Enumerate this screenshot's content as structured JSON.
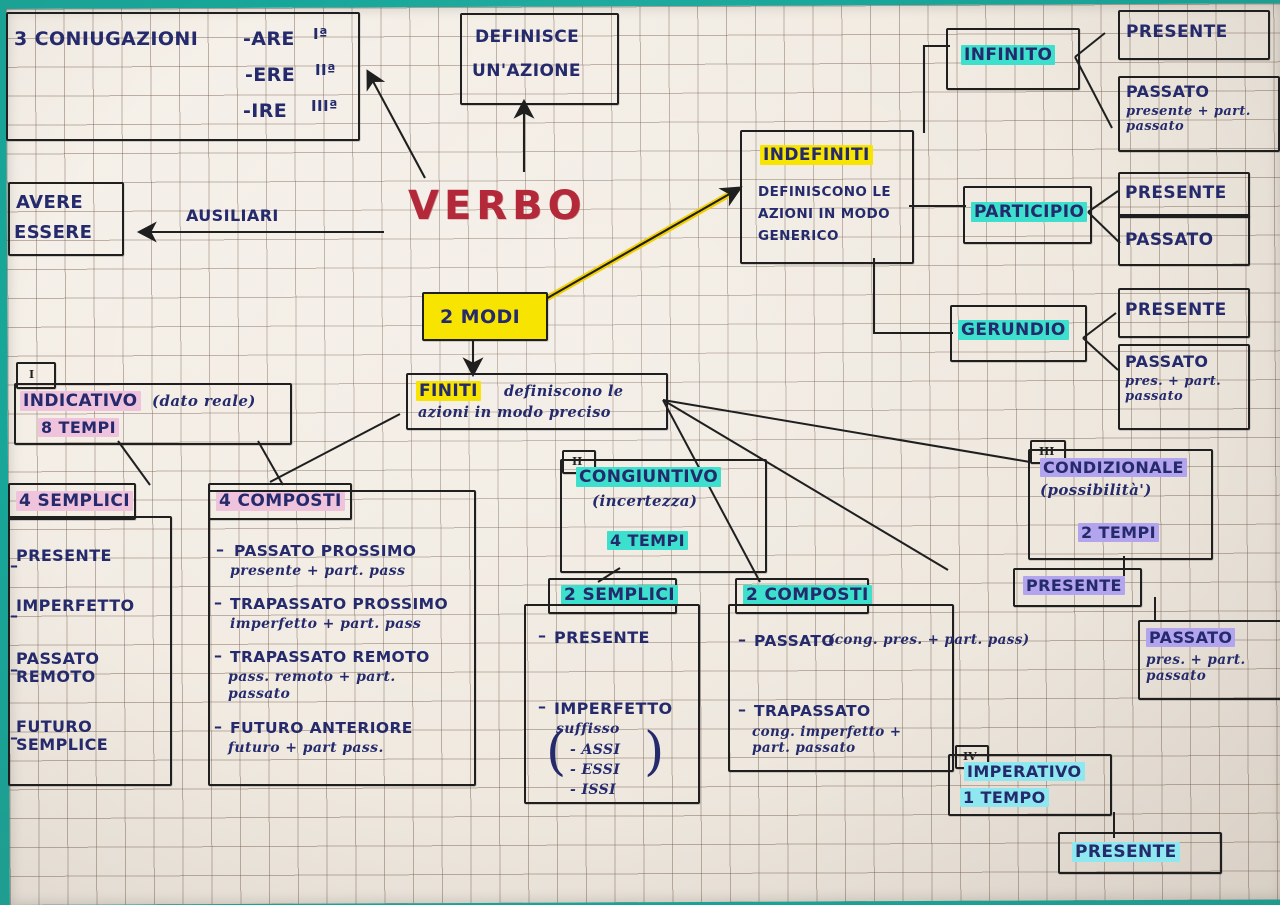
{
  "sheet": {
    "kind": "hand-drawn concept map on squared paper",
    "language": "Italian",
    "desk_color": "#17a79a",
    "paper_color": "#f3ede4",
    "ink_color": "#242a6b"
  },
  "center": {
    "title": "VERBO",
    "title_color": "#b3293a",
    "definition_box": {
      "line1": "DEFINISCE",
      "line2": "UN'AZIONE"
    }
  },
  "conjugations": {
    "title": "3 CONIUGAZIONI",
    "items": [
      {
        "ending": "-ARE",
        "ordinal": "Iª"
      },
      {
        "ending": "-ERE",
        "ordinal": "IIª"
      },
      {
        "ending": "-IRE",
        "ordinal": "IIIª"
      }
    ]
  },
  "auxiliaries": {
    "arrow_label": "AUSILIARI",
    "items": [
      "AVERE",
      "ESSERE"
    ]
  },
  "modi": {
    "label": "2 MODI",
    "highlight": "#f7e400"
  },
  "indefiniti": {
    "label": "INDEFINITI",
    "highlight": "#f7e400",
    "description": [
      "DEFINISCONO LE",
      "AZIONI IN MODO",
      "GENERICO"
    ],
    "branches": [
      {
        "name": "INFINITO",
        "highlight": "#3ce0cd",
        "tenses": [
          {
            "name": "PRESENTE",
            "formation": ""
          },
          {
            "name": "PASSATO",
            "formation": "presente + part. passato"
          }
        ]
      },
      {
        "name": "PARTICIPIO",
        "highlight": "#3ce0cd",
        "tenses": [
          {
            "name": "PRESENTE",
            "formation": ""
          },
          {
            "name": "PASSATO",
            "formation": ""
          }
        ]
      },
      {
        "name": "GERUNDIO",
        "highlight": "#3ce0cd",
        "tenses": [
          {
            "name": "PRESENTE",
            "formation": ""
          },
          {
            "name": "PASSATO",
            "formation": "pres. + part. passato"
          }
        ]
      }
    ]
  },
  "finiti": {
    "label": "FINITI",
    "highlight": "#f7e400",
    "description": [
      "definiscono le",
      "azioni in modo preciso"
    ],
    "modes": [
      {
        "roman": "I",
        "name": "INDICATIVO",
        "note": "(dato reale)",
        "count": "8 TEMPI",
        "highlight": "#f0c3dd",
        "groups": [
          {
            "title": "4 SEMPLICI",
            "tenses": [
              {
                "name": "PRESENTE",
                "formation": ""
              },
              {
                "name": "IMPERFETTO",
                "formation": ""
              },
              {
                "name": "PASSATO REMOTO",
                "formation": ""
              },
              {
                "name": "FUTURO SEMPLICE",
                "formation": ""
              }
            ]
          },
          {
            "title": "4 COMPOSTI",
            "tenses": [
              {
                "name": "PASSATO PROSSIMO",
                "formation": "presente + part. pass"
              },
              {
                "name": "TRAPASSATO PROSSIMO",
                "formation": "imperfetto + part. pass"
              },
              {
                "name": "TRAPASSATO REMOTO",
                "formation": "pass. remoto + part. passato"
              },
              {
                "name": "FUTURO ANTERIORE",
                "formation": "futuro + part pass."
              }
            ]
          }
        ]
      },
      {
        "roman": "II",
        "name": "CONGIUNTIVO",
        "note": "(incertezza)",
        "count": "4 TEMPI",
        "highlight": "#3ce0cd",
        "groups": [
          {
            "title": "2 SEMPLICI",
            "tenses": [
              {
                "name": "PRESENTE",
                "formation": ""
              },
              {
                "name": "IMPERFETTO",
                "formation": "suffisso",
                "suffixes": [
                  "- ASSI",
                  "- ESSI",
                  "- ISSI"
                ]
              }
            ]
          },
          {
            "title": "2 COMPOSTI",
            "tenses": [
              {
                "name": "PASSATO",
                "formation": "(cong. pres. + part. pass)"
              },
              {
                "name": "TRAPASSATO",
                "formation": "cong. imperfetto + part. passato"
              }
            ]
          }
        ]
      },
      {
        "roman": "III",
        "name": "CONDIZIONALE",
        "note": "(possibilità')",
        "count": "2 TEMPI",
        "highlight": "#b3a4ee",
        "groups": [
          {
            "title": "",
            "tenses": [
              {
                "name": "PRESENTE",
                "formation": ""
              },
              {
                "name": "PASSATO",
                "formation": "pres. + part. passato"
              }
            ]
          }
        ]
      },
      {
        "roman": "IV",
        "name": "IMPERATIVO",
        "note": "",
        "count": "1 TEMPO",
        "highlight": "#8fe7ef",
        "groups": [
          {
            "title": "",
            "tenses": [
              {
                "name": "PRESENTE",
                "formation": ""
              }
            ]
          }
        ]
      }
    ]
  }
}
